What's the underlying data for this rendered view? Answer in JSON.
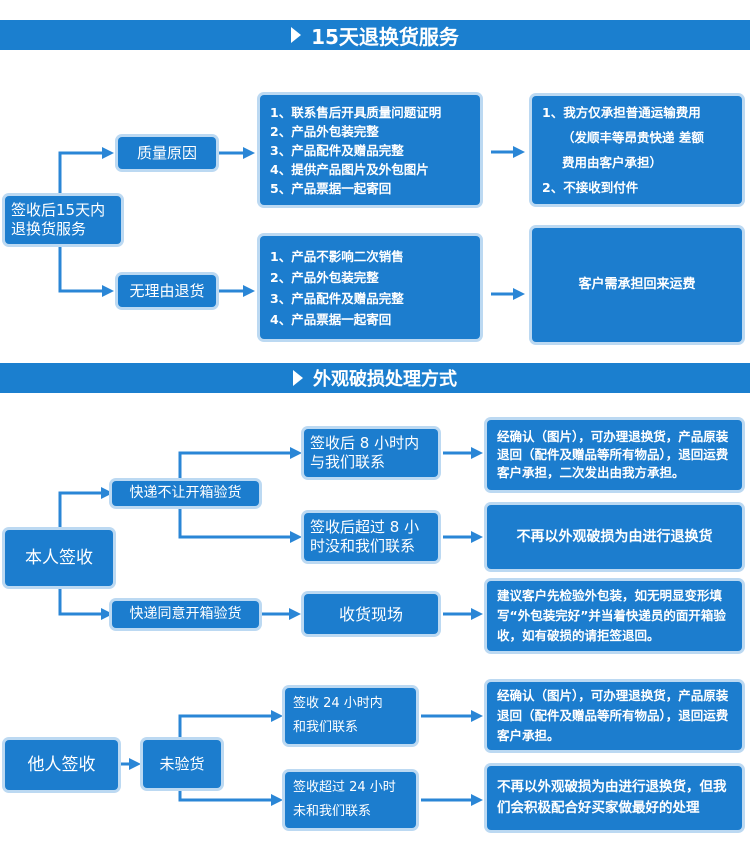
{
  "banner1": {
    "title": "15天退换货服务"
  },
  "banner2": {
    "title": "外观破损处理方式"
  },
  "section1": {
    "root": "签收后15天内\n退换货服务",
    "quality": {
      "label": "质量原因",
      "requirements": [
        "1、联系售后开具质量问题证明",
        "2、产品外包装完整",
        "3、产品配件及赠品完整",
        "4、提供产品图片及外包图片",
        "5、产品票据一起寄回"
      ],
      "result": [
        "1、我方仅承担普通运输费用",
        "（发顺丰等昂贵快递 差额",
        "费用由客户承担）",
        "2、不接收到付件"
      ]
    },
    "noreason": {
      "label": "无理由退货",
      "requirements": [
        "1、产品不影响二次销售",
        "2、产品外包装完整",
        "3、产品配件及赠品完整",
        "4、产品票据一起寄回"
      ],
      "result": "客户需承担回来运费"
    }
  },
  "section2": {
    "self": {
      "label": "本人签收",
      "no_inspect": "快递不让开箱验货",
      "within8": "签收后 8 小时内\n与我们联系",
      "within8_result": "经确认（图片），可办理退换货，产品原装退回（配件及赠品等所有物品），退回运费客户承担，二次发出由我方承担。",
      "over8": "签收后超过 8 小\n时没和我们联系",
      "over8_result": "不再以外观破损为由进行退换货",
      "inspect": "快递同意开箱验货",
      "onsite": "收货现场",
      "onsite_result": "建议客户先检验外包装，如无明显变形填写“外包装完好”并当着快递员的面开箱验收，如有破损的请拒签退回。"
    },
    "other": {
      "label": "他人签收",
      "no_inspect": "未验货",
      "within24": "签收 24 小时内\n和我们联系",
      "within24_result": "经确认（图片），可办理退换货，产品原装退回（配件及赠品等所有物品），退回运费客户承担。",
      "over24": "签收超过 24 小时\n未和我们联系",
      "over24_result": "不再以外观破损为由进行退换货，但我们会积极配合好买家做最好的处理"
    }
  }
}
